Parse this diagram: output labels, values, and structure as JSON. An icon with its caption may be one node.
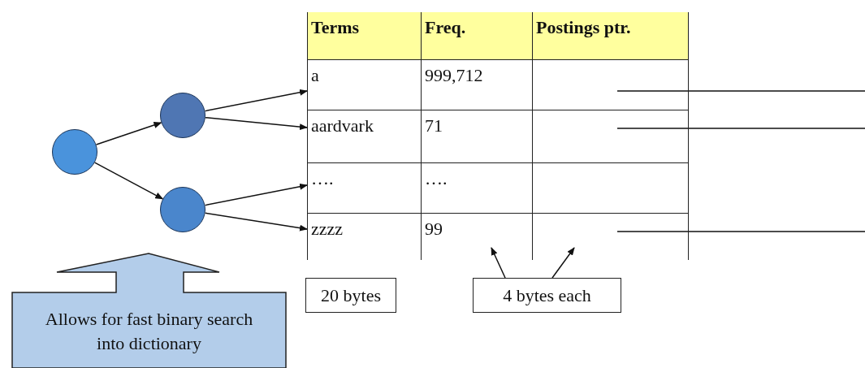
{
  "diagram": {
    "nodes": [
      {
        "text": [],
        "shape": "circle"
      },
      {
        "text": [],
        "shape": "circle"
      },
      {
        "text": [],
        "shape": "circle"
      },
      {
        "text": [
          "a"
        ]
      },
      {
        "text": [
          "aardvark"
        ]
      },
      {
        "text": [
          "…."
        ]
      },
      {
        "text": [
          "zzzz"
        ]
      },
      {
        "text": [],
        "shape": "box"
      },
      {
        "text": [],
        "shape": "box"
      },
      {
        "text": [],
        "shape": "box"
      },
      {
        "text": [
          "20 bytes"
        ]
      },
      {
        "text": [
          "4 bytes each"
        ]
      },
      {
        "text": [
          "Allows for fast binary search into dictionary"
        ]
      }
    ],
    "edges": [
      {
        "from": 0,
        "to": 1,
        "arrow": "to"
      },
      {
        "from": 0,
        "to": 2,
        "arrow": "to"
      },
      {
        "from": 1,
        "to": 3,
        "arrow": "to"
      },
      {
        "from": 1,
        "to": 4,
        "arrow": "to"
      },
      {
        "from": 2,
        "to": 5,
        "arrow": "to"
      },
      {
        "from": 2,
        "to": 6,
        "arrow": "to"
      },
      {
        "from": 7,
        "to": null,
        "arrow": "none"
      },
      {
        "from": 8,
        "to": null,
        "arrow": "none"
      },
      {
        "from": 9,
        "to": null,
        "arrow": "none"
      },
      {
        "from": 11,
        "to": null,
        "arrow": "to"
      },
      {
        "from": 11,
        "to": 9,
        "arrow": "to"
      }
    ],
    "labels": [
      "Terms",
      "Freq.",
      "Postings ptr.",
      "999,712",
      "71",
      "….",
      "99"
    ]
  }
}
